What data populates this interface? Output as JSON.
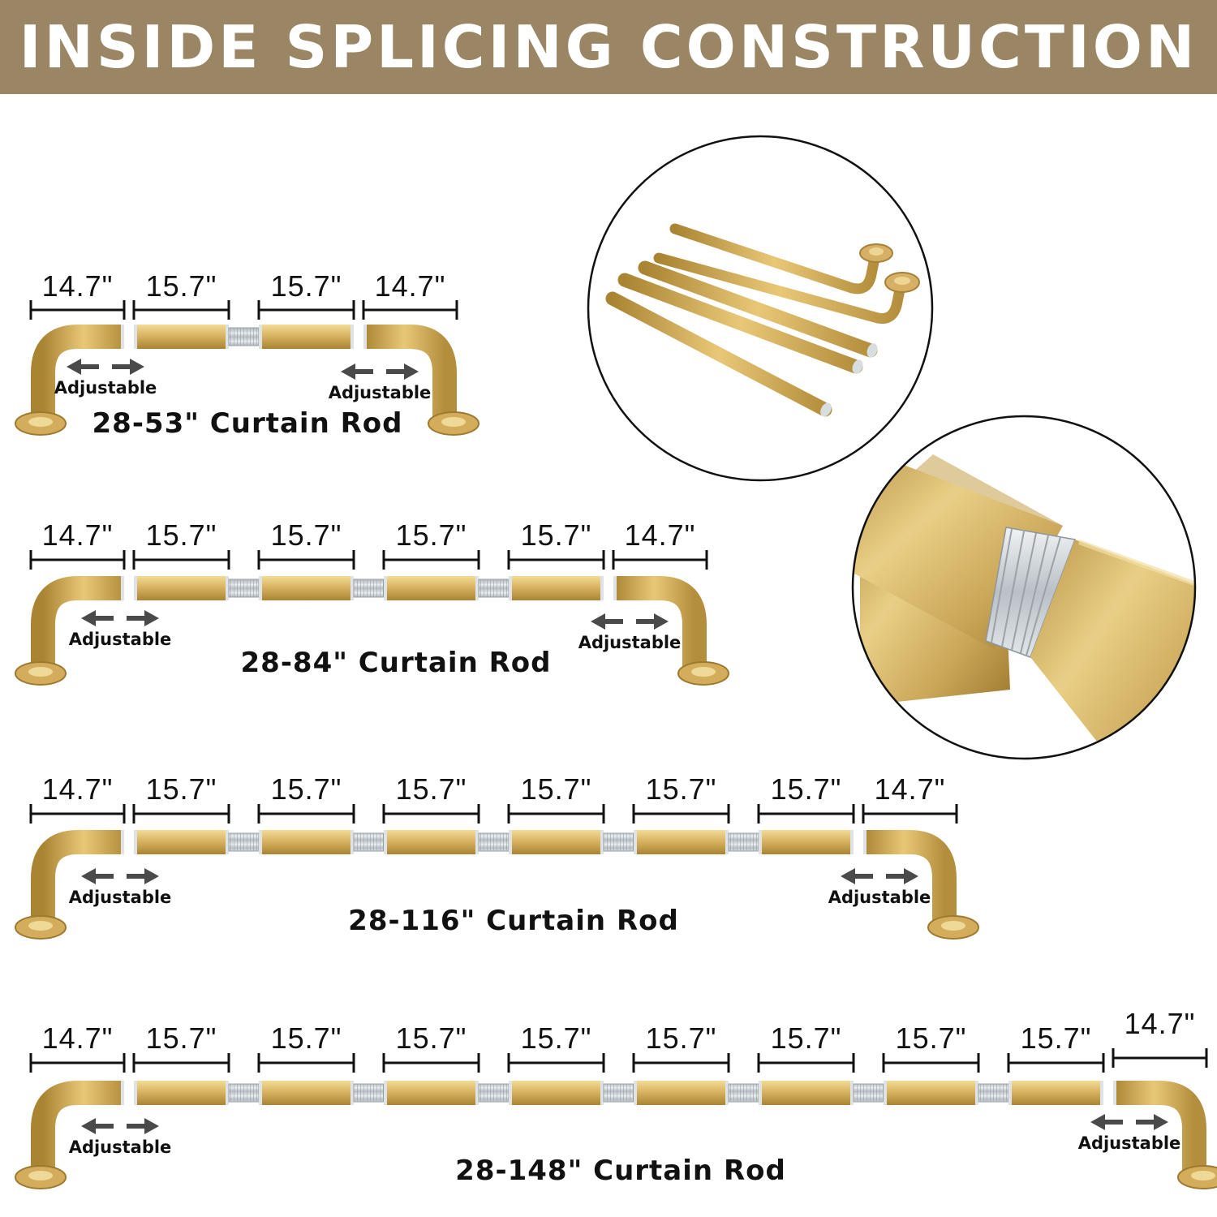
{
  "banner": {
    "title": "INSIDE SPLICING CONSTRUCTION"
  },
  "colors": {
    "banner": "#9a8664",
    "gold_light": "#e6c878",
    "gold_mid": "#c9a24f",
    "gold_dark": "#a07c2e",
    "silver": "#d3d8dc",
    "arrow": "#4a4a4a"
  },
  "rods": [
    {
      "title": "28-53\" Curtain Rod",
      "segments": [
        "14.7\"",
        "15.7\"",
        "15.7\"",
        "14.7\""
      ],
      "adjustable_left": "Adjustable",
      "adjustable_right": "Adjustable"
    },
    {
      "title": "28-84\" Curtain Rod",
      "segments": [
        "14.7\"",
        "15.7\"",
        "15.7\"",
        "15.7\"",
        "15.7\"",
        "14.7\""
      ],
      "adjustable_left": "Adjustable",
      "adjustable_right": "Adjustable"
    },
    {
      "title": "28-116\" Curtain Rod",
      "segments": [
        "14.7\"",
        "15.7\"",
        "15.7\"",
        "15.7\"",
        "15.7\"",
        "15.7\"",
        "15.7\"",
        "14.7\""
      ],
      "adjustable_left": "Adjustable",
      "adjustable_right": "Adjustable"
    },
    {
      "title": "28-148\" Curtain Rod",
      "segments": [
        "14.7\"",
        "15.7\"",
        "15.7\"",
        "15.7\"",
        "15.7\"",
        "15.7\"",
        "15.7\"",
        "15.7\"",
        "15.7\"",
        "14.7\""
      ],
      "adjustable_left": "Adjustable",
      "adjustable_right": "Adjustable"
    }
  ],
  "detail_views": [
    {
      "name": "parts-overview-photo"
    },
    {
      "name": "thread-joint-closeup"
    }
  ]
}
